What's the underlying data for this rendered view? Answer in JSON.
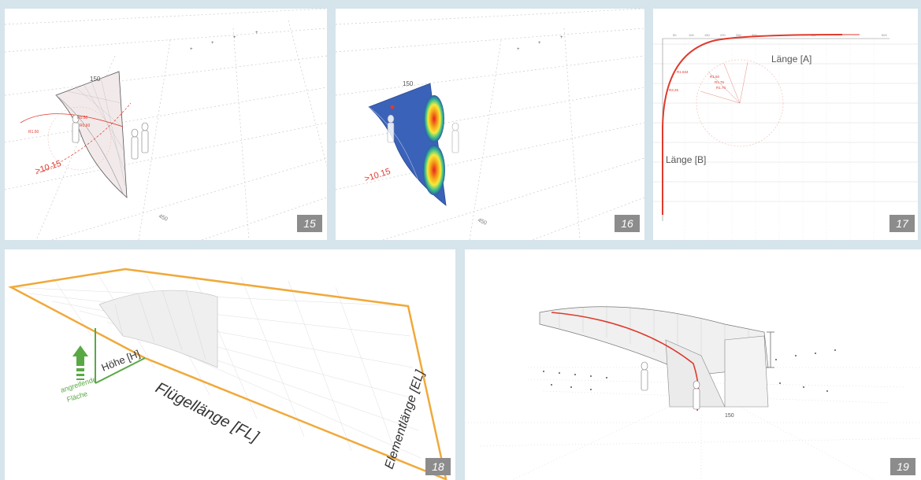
{
  "panels": [
    {
      "id": "15",
      "number": "15",
      "labels": {
        "dim_top": "150",
        "dim_bottom": "450",
        "radius": ">10.15"
      }
    },
    {
      "id": "16",
      "number": "16",
      "labels": {
        "dim_top": "150",
        "dim_bottom": "450",
        "radius": ">10.15"
      }
    },
    {
      "id": "17",
      "number": "17",
      "labels": {
        "laenge_a": "Länge [A]",
        "laenge_b": "Länge [B]"
      }
    },
    {
      "id": "18",
      "number": "18",
      "labels": {
        "hoehe": "Höhe [H]",
        "fluegellaenge": "Flügellänge [FL]",
        "elementlaenge": "Elementlänge [EL]",
        "flaeche_line1": "angreifende",
        "flaeche_line2": "Fläche"
      }
    },
    {
      "id": "19",
      "number": "19",
      "labels": {
        "dim": "150"
      }
    }
  ],
  "colors": {
    "background": "#d6e4ec",
    "accent_red": "#e03a2c",
    "accent_orange": "#f0a93a",
    "accent_green": "#5aa845",
    "grid": "#c8c8c8",
    "badge": "#8c8c8c"
  }
}
